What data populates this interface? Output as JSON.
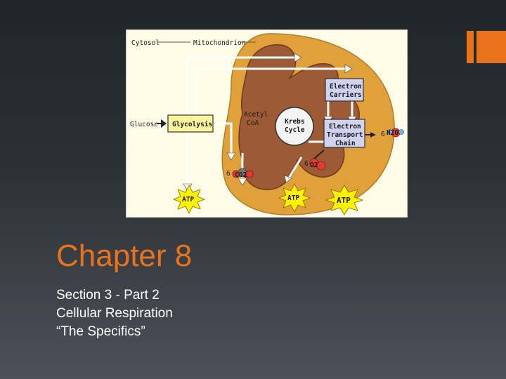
{
  "slide": {
    "title": "Chapter 8",
    "subtitle_lines": [
      "Section 3 - Part 2",
      "Cellular Respiration",
      "“The Specifics”"
    ]
  },
  "diagram": {
    "labels": {
      "cytosol": "Cytosol",
      "mitochondrion": "Mitochondrion",
      "glucose": "Glucose",
      "glycolysis": "Glycolysis",
      "acetyl_1": "Acetyl",
      "acetyl_2": "CoA",
      "krebs_1": "Krebs",
      "krebs_2": "Cycle",
      "ec_1": "Electron",
      "ec_2": "Carriers",
      "etc_1": "Electron",
      "etc_2": "Transport",
      "etc_3": "Chain",
      "co2_coef": "6",
      "co2": "CO2",
      "o2_coef": "6",
      "o2": "O2",
      "h2o_coef": "6",
      "h2o": "H2O",
      "atp": "ATP"
    },
    "colors": {
      "accent": "#e8731a",
      "figure_bg": "#fffde7",
      "mito_outer": "#e0a13a",
      "mito_inner": "#9c5b35",
      "box": "#cfd3f0",
      "glycolysis_box": "#fff59d",
      "atp_burst": "#fff200"
    }
  }
}
